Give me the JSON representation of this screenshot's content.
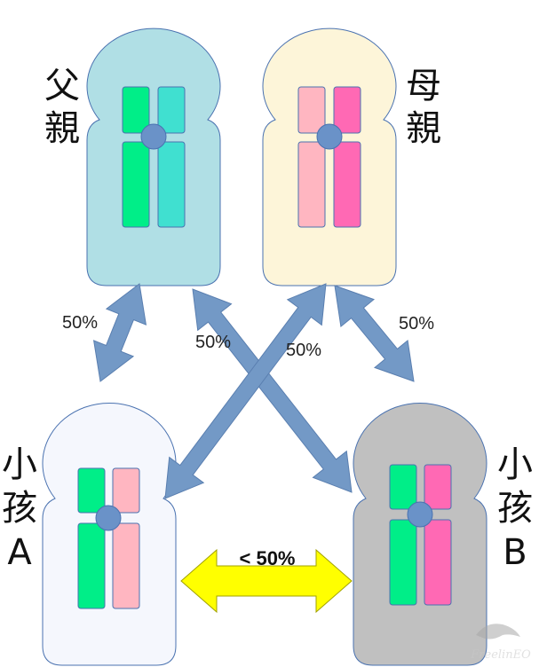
{
  "labels": {
    "father": [
      "父",
      "親"
    ],
    "mother": [
      "母",
      "親"
    ],
    "child_a": [
      "小",
      "孩",
      "A"
    ],
    "child_b": [
      "小",
      "孩",
      "B"
    ]
  },
  "inheritance": {
    "father_to_a": "50%",
    "father_to_b": "50%",
    "mother_to_a": "50%",
    "mother_to_b": "50%",
    "siblings": "< 50%"
  },
  "watermark": "FreelinEO",
  "colors": {
    "father_body": "#b0dfe5",
    "mother_body": "#fdf5d9",
    "child_a_body": "#f5f7fd",
    "child_b_body": "#c0c0c0",
    "chromosome_green": "#00ee88",
    "chromosome_teal": "#40e0d0",
    "chromosome_pink_light": "#ffb6c1",
    "chromosome_pink_hot": "#ff69b4",
    "centromere": "#6a92c8",
    "arrow": "#7399c6",
    "sibling_arrow": "#ffff00"
  }
}
